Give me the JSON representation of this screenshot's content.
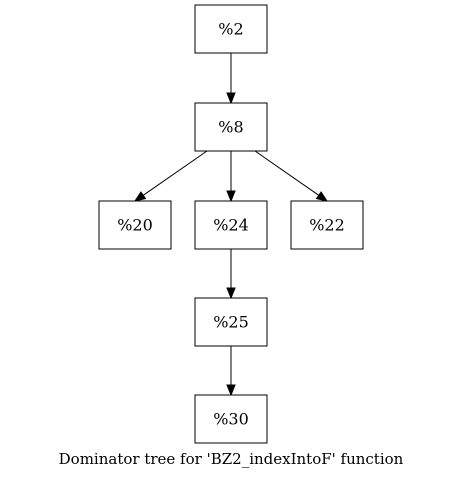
{
  "caption": "Dominator tree for 'BZ2_indexIntoF' function",
  "nodes": {
    "n2": "%2",
    "n8": "%8",
    "n20": "%20",
    "n24": "%24",
    "n22": "%22",
    "n25": "%25",
    "n30": "%30"
  },
  "edges": [
    [
      "n2",
      "n8"
    ],
    [
      "n8",
      "n20"
    ],
    [
      "n8",
      "n24"
    ],
    [
      "n8",
      "n22"
    ],
    [
      "n24",
      "n25"
    ],
    [
      "n25",
      "n30"
    ]
  ]
}
